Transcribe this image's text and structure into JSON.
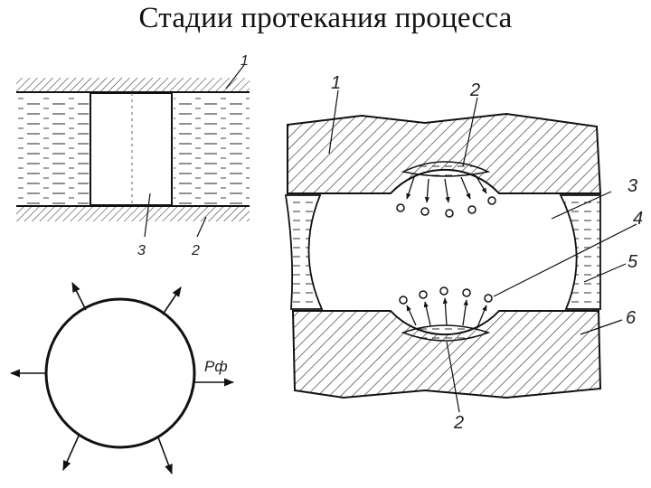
{
  "slide": {
    "title": "Стадии протекания процесса"
  },
  "fig_left": {
    "labels": {
      "wall": "1",
      "second": "2",
      "third": "3"
    }
  },
  "fig_circle": {
    "labels": {
      "pressure": "Pф"
    }
  },
  "fig_right": {
    "labels": {
      "n1": "1",
      "n2_top": "2",
      "n2_bottom": "2",
      "n3": "3",
      "n4": "4",
      "n5": "5",
      "n6": "6"
    }
  }
}
